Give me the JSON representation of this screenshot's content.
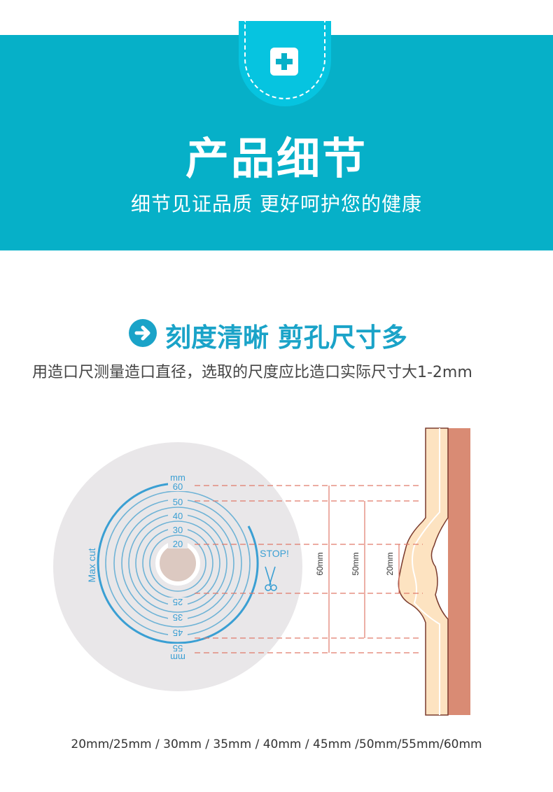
{
  "header": {
    "title": "产品细节",
    "subtitle": "细节见证品质  更好呵护您的健康",
    "badge_icon": "medical-cross-icon"
  },
  "section": {
    "icon": "arrow-right-circle-icon",
    "title": "刻度清晰 剪孔尺寸多",
    "description": "用造口尺测量造口直径，选取的尺度应比造口实际尺寸大1-2mm"
  },
  "wafer": {
    "unit_top": "mm",
    "unit_bottom": "mm",
    "scale_top": [
      "60",
      "50",
      "40",
      "30",
      "20"
    ],
    "scale_bottom": [
      "25",
      "35",
      "45",
      "55"
    ],
    "max_cut_label": "Max cut",
    "stop_label": "STOP!",
    "scissors_icon": "scissors-icon"
  },
  "measurements": [
    "60mm",
    "50mm",
    "20mm"
  ],
  "sizes_text": "20mm/25mm / 30mm / 35mm / 40mm / 45mm /50mm/55mm/60mm",
  "colors": {
    "banner": "#06b0c8",
    "accent": "#1aa3c8",
    "skin_outer": "#fde3c1",
    "skin_inner": "#d98b74",
    "guide_line": "#e07a6a"
  }
}
